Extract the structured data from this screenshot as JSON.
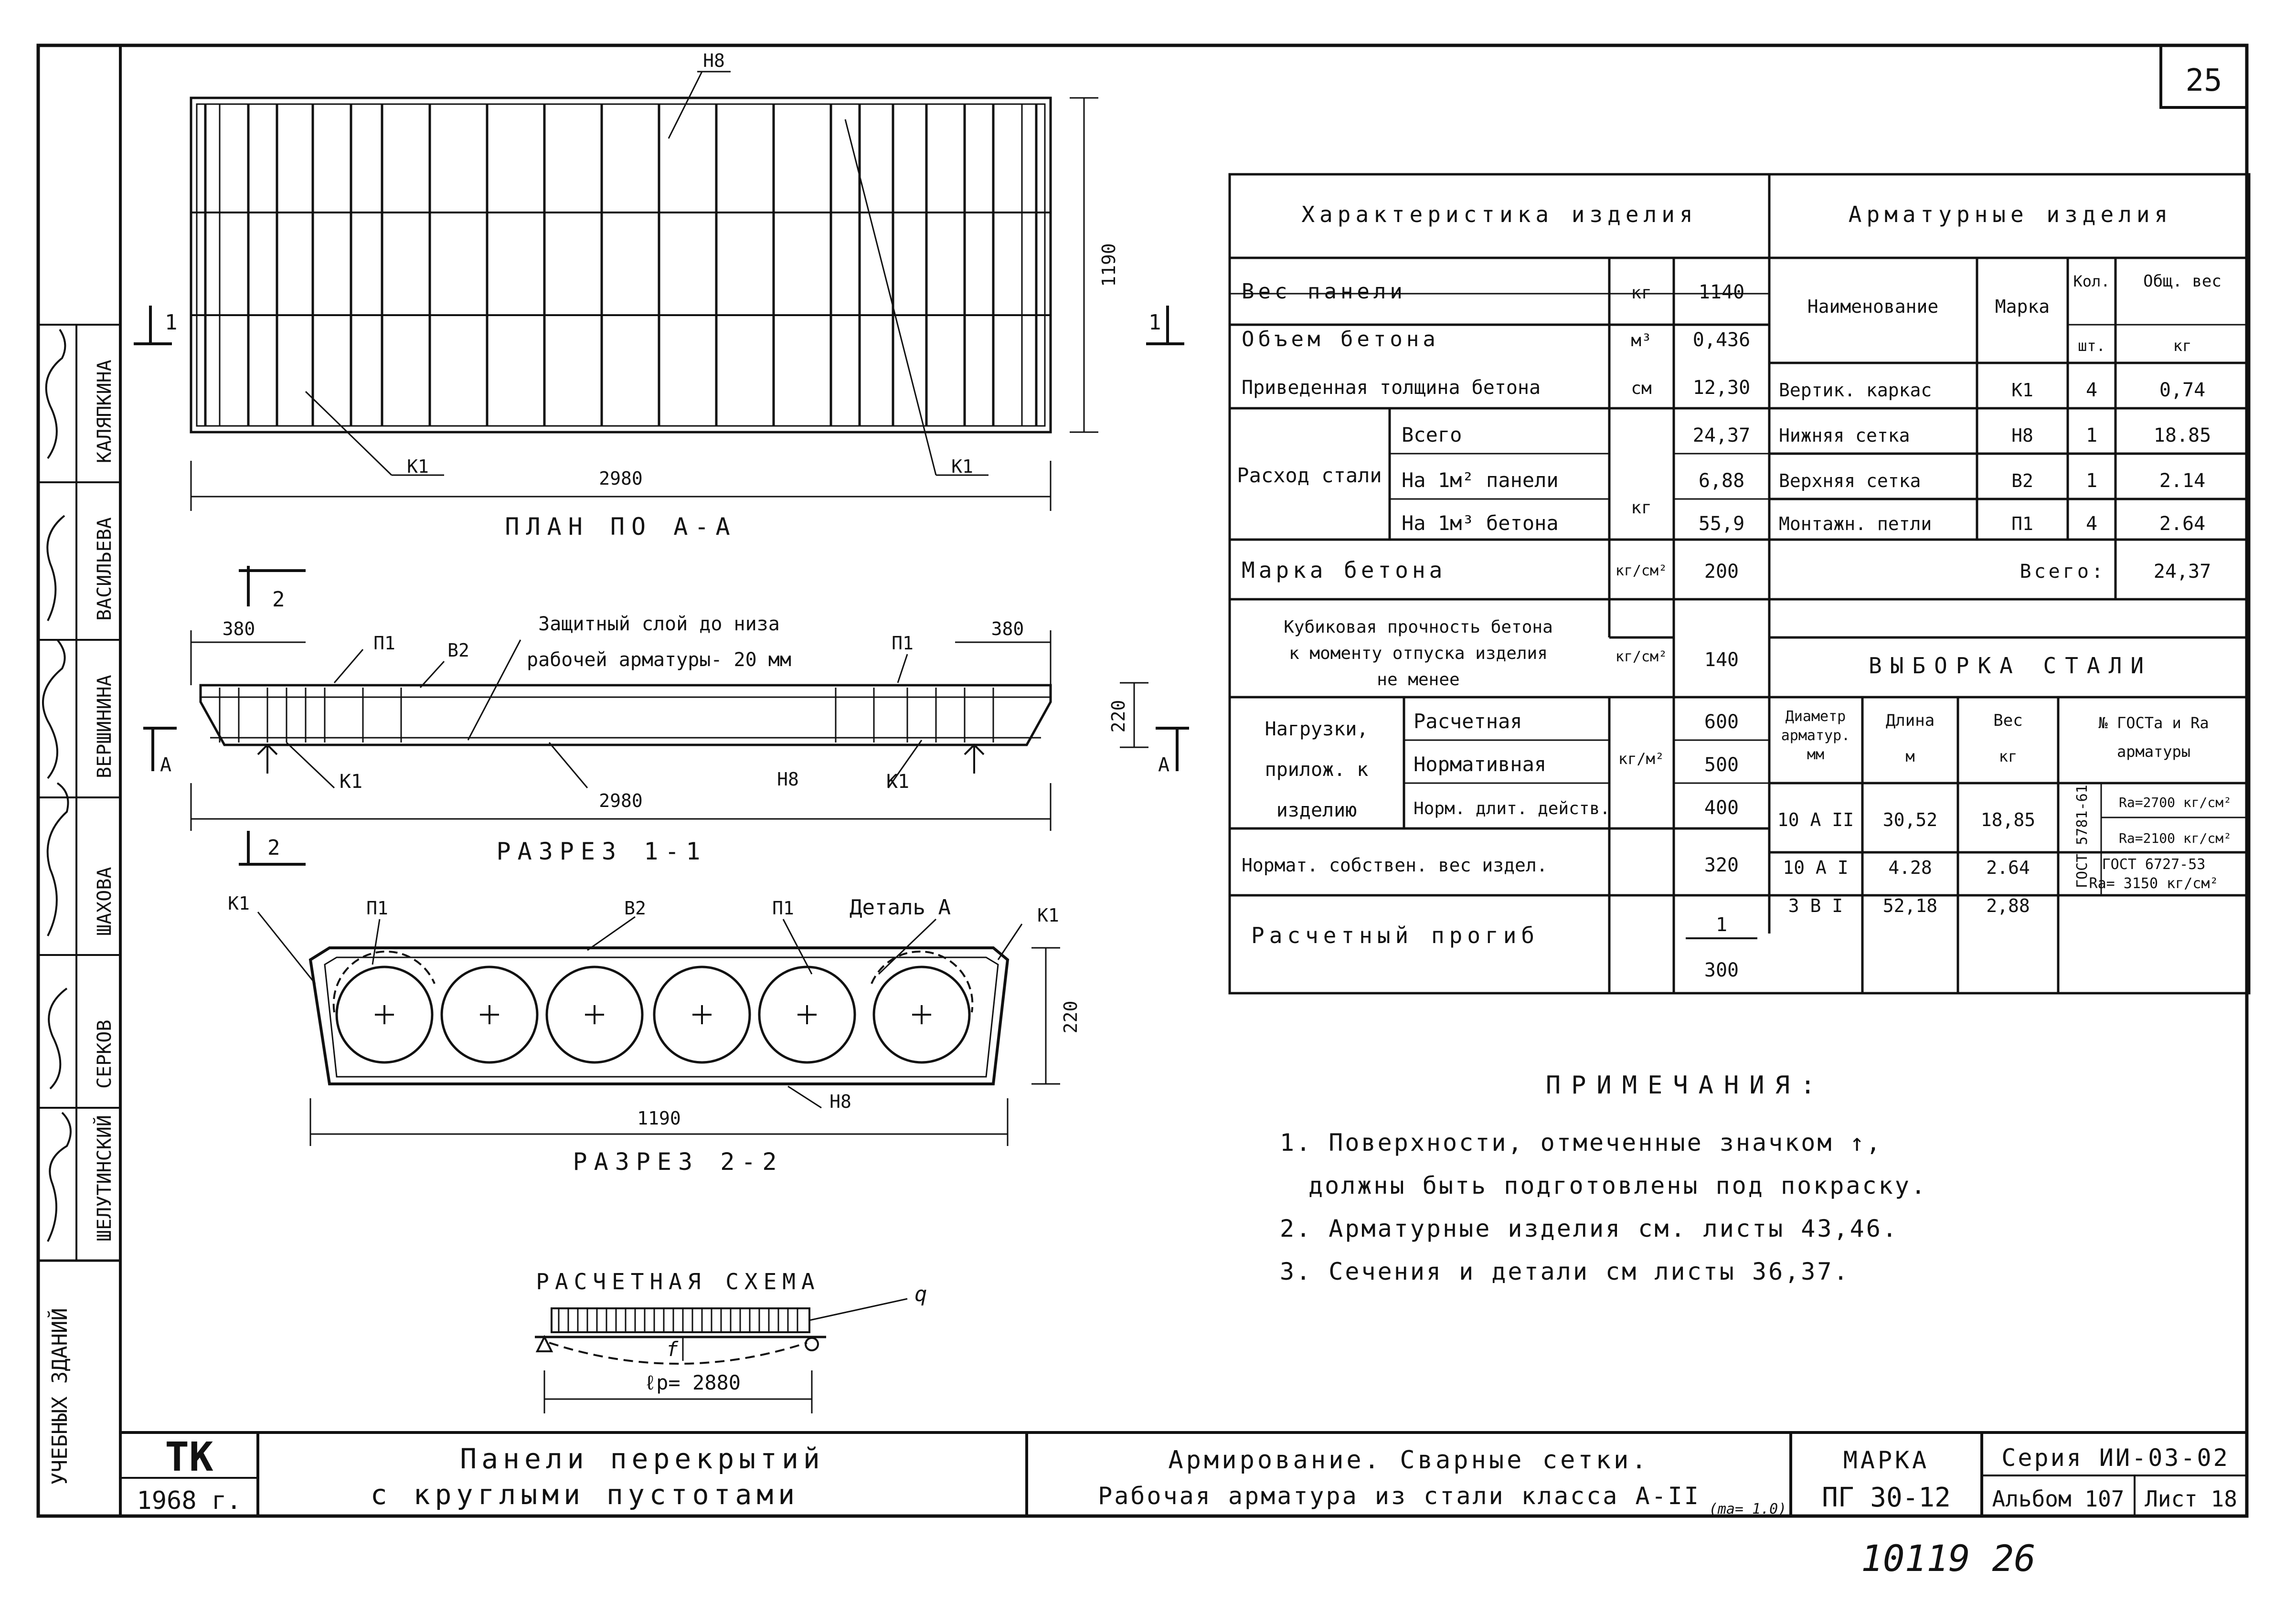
{
  "sheet_number": "25",
  "stamp_number": "10119 26",
  "side_stamp": {
    "title": "УЧЕБНЫХ ЗДАНИЙ",
    "names": [
      "ШЕЛУТИНСКИЙ",
      "СЕРКОВ",
      "ШАХОВА",
      "ВЕРШИНИНА",
      "ВАСИЛЬЕВА",
      "КАЛЯПКИНА"
    ]
  },
  "drawings": {
    "plan": {
      "caption": "ПЛАН ПО А-А",
      "length": "2980",
      "width": "1190",
      "k1_left": "К1",
      "k1_right": "К1",
      "h8": "Н8",
      "sec": "1"
    },
    "section11": {
      "caption": "РАЗРЕЗ 1-1",
      "length": "2980",
      "left_dim": "380",
      "right_dim": "380",
      "height": "220",
      "note_1": "Защитный слой до низа",
      "note_2": "рабочей арматуры- 20 мм",
      "p1_left": "П1",
      "p1_right": "П1",
      "v2": "В2",
      "k1_left": "К1",
      "k1_right": "К1",
      "h8": "Н8",
      "a": "А",
      "sec2": "2"
    },
    "section22": {
      "caption": "РАЗРЕЗ 2-2",
      "width": "1190",
      "height": "220",
      "k1_left": "К1",
      "k1_right": "К1",
      "p1_left": "П1",
      "p1_right": "П1",
      "v2": "В2",
      "detail": "Деталь А",
      "h8": "Н8"
    },
    "scheme": {
      "caption": "РАСЧЕТНАЯ СХЕМА",
      "q": "q",
      "f": "f",
      "span": "ℓр= 2880"
    }
  },
  "char_table": {
    "header_left": "Характеристика изделия",
    "header_right": "Арматурные изделия",
    "rows": [
      {
        "label": "Вес панели",
        "unit": "кг",
        "value": "1140"
      },
      {
        "label": "Объем бетона",
        "unit": "м³",
        "value": "0,436"
      },
      {
        "label": "Приведенная толщина бетона",
        "unit": "см",
        "value": "12,30"
      }
    ],
    "steel": {
      "label": "Расход стали",
      "unit": "кг",
      "rows": [
        {
          "sub": "Всего",
          "value": "24,37"
        },
        {
          "sub": "На 1м² панели",
          "value": "6,88"
        },
        {
          "sub": "На 1м³ бетона",
          "value": "55,9"
        }
      ]
    },
    "marka": {
      "label": "Марка бетона",
      "unit": "кг/см²",
      "value": "200"
    },
    "kubik": {
      "l1": "Кубиковая прочность бетона",
      "l2": "к моменту отпуска изделия",
      "l3": "не менее",
      "unit": "кг/см²",
      "value": "140"
    },
    "loads": {
      "l1": "Нагрузки,",
      "l2": "прилож. к",
      "l3": "изделию",
      "unit": "кг/м²",
      "rows": [
        {
          "sub": "Расчетная",
          "value": "600"
        },
        {
          "sub": "Нормативная",
          "value": "500"
        },
        {
          "sub": "Норм. длит. действ.",
          "value": "400"
        }
      ]
    },
    "self_weight": {
      "label": "Нормат. собствен. вес издел.",
      "value": "320"
    },
    "deflection": {
      "label": "Расчетный прогиб",
      "num": "1",
      "den": "300"
    }
  },
  "arm_table": {
    "cols": {
      "name": "Наименование",
      "marka": "Марка",
      "kol1": "Кол.",
      "kol2": "шт.",
      "ves1": "Общ. вес",
      "ves2": "кг"
    },
    "rows": [
      {
        "name": "Вертик. каркас",
        "marka": "К1",
        "kol": "4",
        "ves": "0,74"
      },
      {
        "name": "Нижняя сетка",
        "marka": "Н8",
        "kol": "1",
        "ves": "18.85"
      },
      {
        "name": "Верхняя сетка",
        "marka": "В2",
        "kol": "1",
        "ves": "2.14"
      },
      {
        "name": "Монтажн. петли",
        "marka": "П1",
        "kol": "4",
        "ves": "2.64"
      }
    ],
    "total_label": "Всего:",
    "total_value": "24,37"
  },
  "vyborka": {
    "title": "ВЫБОРКА СТАЛИ",
    "cols": {
      "d1": "Диаметр",
      "d2": "арматур.",
      "d3": "мм",
      "len1": "Длина",
      "len2": "м",
      "w1": "Вес",
      "w2": "кг",
      "g1": "№ ГОСТа и Ra",
      "g2": "арматуры"
    },
    "rows": [
      {
        "d": "10 А II",
        "len": "30,52",
        "w": "18,85"
      },
      {
        "d": "10 А I",
        "len": "4.28",
        "w": "2.64"
      },
      {
        "d": "3 В I",
        "len": "52,18",
        "w": "2,88"
      }
    ],
    "gost_1": "ГОСТ 5781-61",
    "ra_1": "Ra=2700 кг/см²",
    "ra_2": "Ra=2100 кг/см²",
    "gost_3a": "ГОСТ 6727-53",
    "gost_3b": "Ra= 3150 кг/см²"
  },
  "notes": {
    "title": "ПРИМЕЧАНИЯ:",
    "n1a": "1. Поверхности, отмеченные значком ↑,",
    "n1b": "должны быть подготовлены под покраску.",
    "n2": "2. Арматурные изделия см. листы 43,46.",
    "n3": "3. Сечения и детали см листы 36,37."
  },
  "title_block": {
    "tk": "ТК",
    "year": "1968 г.",
    "name_1": "Панели перекрытий",
    "name_2": "с круглыми пустотами",
    "desc_1": "Армирование. Сварные сетки.",
    "desc_2": "Рабочая арматура из стали класса А-II",
    "desc_3": "(ma= 1.0)",
    "marka_label": "МАРКА",
    "marka_value": "ПГ 30-12",
    "series": "Серия ИИ-03-02",
    "album": "Альбом 107",
    "sheet": "Лист 18"
  }
}
